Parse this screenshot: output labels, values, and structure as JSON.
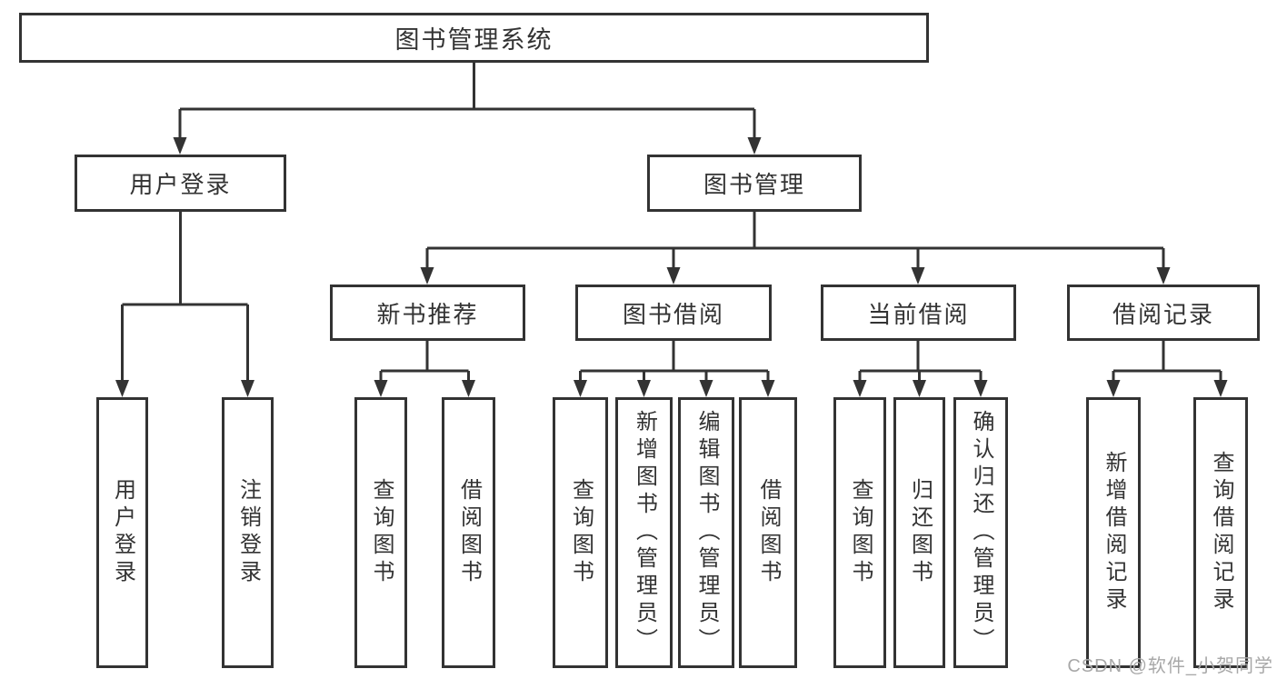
{
  "tree": {
    "root": {
      "label": "图书管理系统",
      "children": [
        {
          "label": "用户登录",
          "children": [
            {
              "label": "用户登录"
            },
            {
              "label": "注销登录"
            }
          ]
        },
        {
          "label": "图书管理",
          "children": [
            {
              "label": "新书推荐",
              "children": [
                {
                  "label": "查询图书"
                },
                {
                  "label": "借阅图书"
                }
              ]
            },
            {
              "label": "图书借阅",
              "children": [
                {
                  "label": "查询图书"
                },
                {
                  "label": "新增图书（管理员）"
                },
                {
                  "label": "编辑图书（管理员）"
                },
                {
                  "label": "借阅图书"
                }
              ]
            },
            {
              "label": "当前借阅",
              "children": [
                {
                  "label": "查询图书"
                },
                {
                  "label": "归还图书"
                },
                {
                  "label": "确认归还（管理员）"
                }
              ]
            },
            {
              "label": "借阅记录",
              "children": [
                {
                  "label": "新增借阅记录"
                },
                {
                  "label": "查询借阅记录"
                }
              ]
            }
          ]
        }
      ]
    }
  },
  "watermark": {
    "text": "CSDN @软件_小贺同学"
  },
  "colors": {
    "line": "#333333",
    "box_background": "#ffffff",
    "text": "#333333",
    "watermark": "#a8a8a8"
  }
}
